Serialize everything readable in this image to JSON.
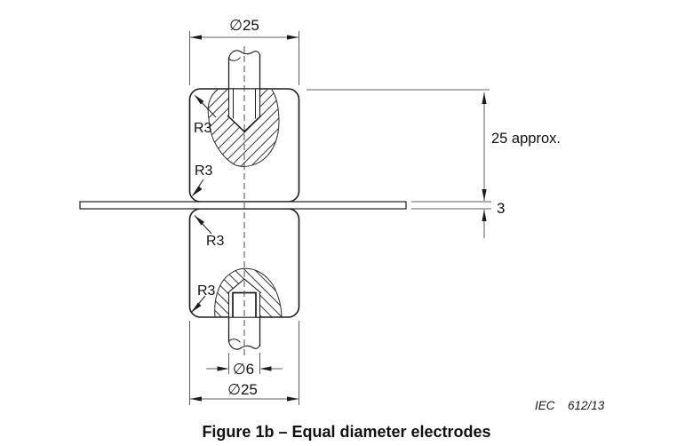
{
  "caption": {
    "text": "Figure 1b – Equal diameter electrodes"
  },
  "footer": {
    "org": "IEC",
    "number": "612/13"
  },
  "labels": {
    "top_diameter": "∅25",
    "bottom_diameter": "∅25",
    "stem_diameter": "∅6",
    "height": "25 approx.",
    "thickness": "3",
    "r3": [
      "R3",
      "R3",
      "R3",
      "R3"
    ]
  },
  "colors": {
    "object_line": "#1c1c1c",
    "dim_line": "#5f5f5f",
    "background": "#ffffff"
  }
}
